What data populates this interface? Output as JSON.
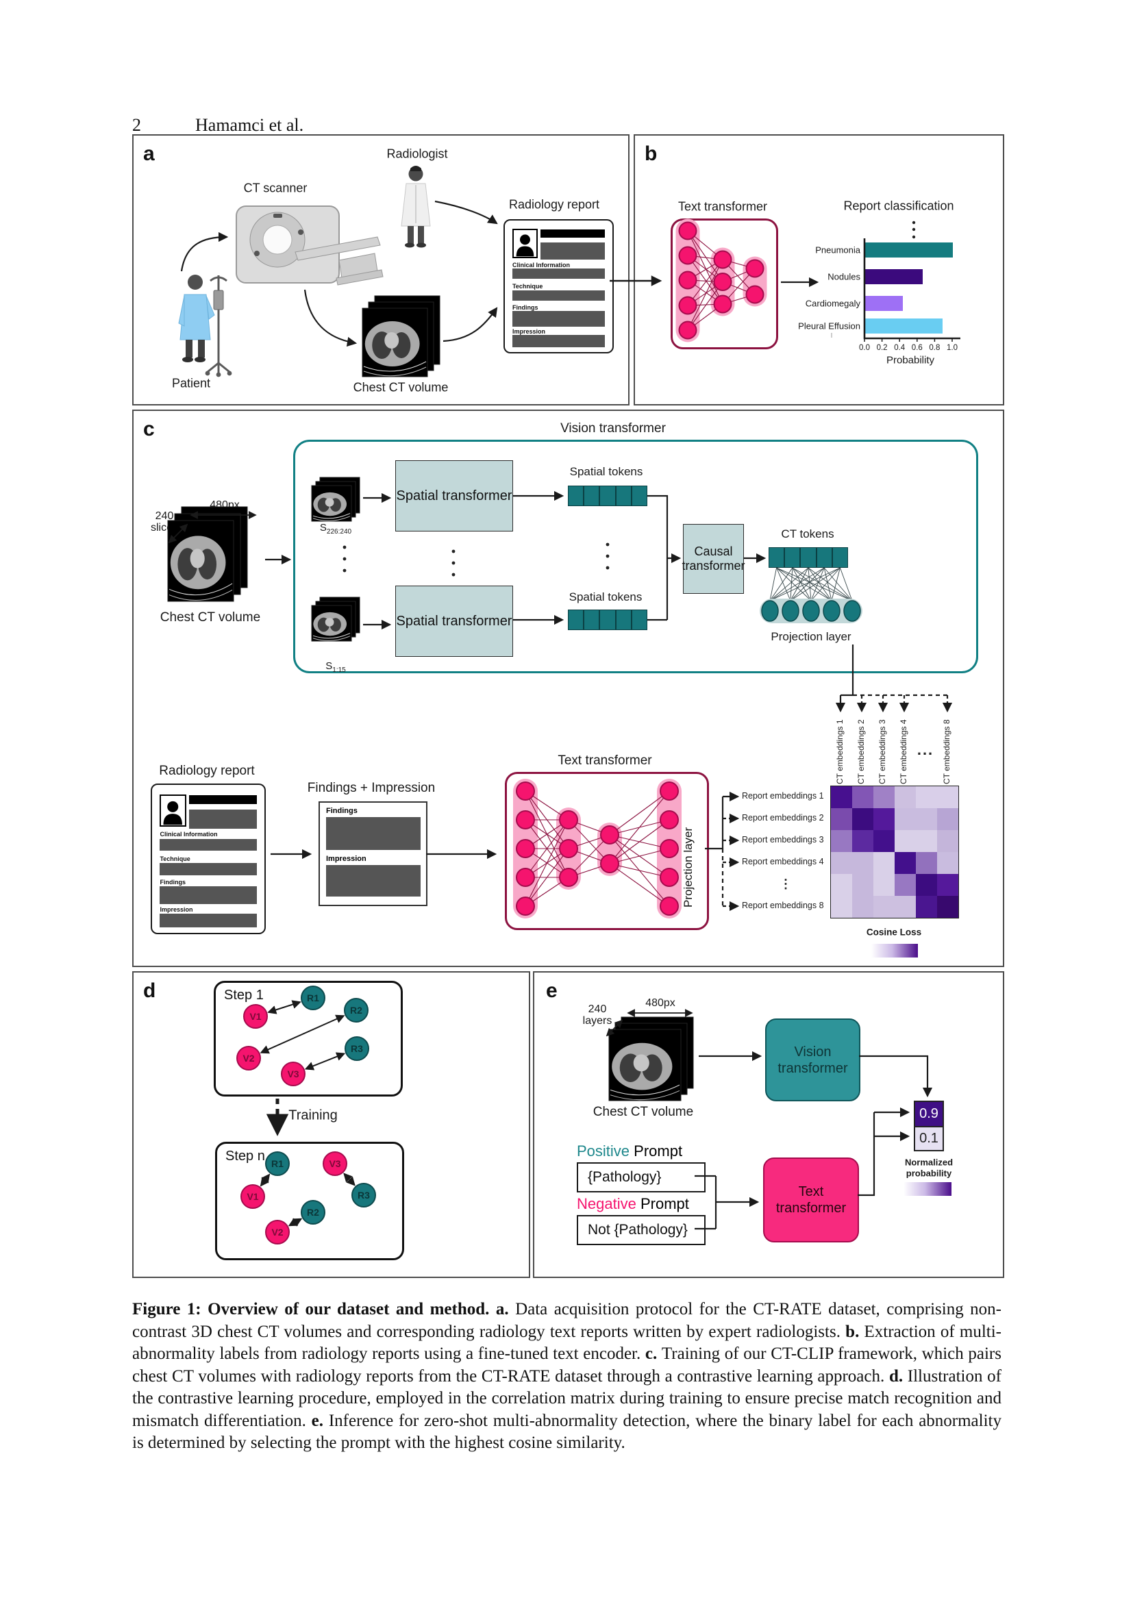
{
  "page": {
    "number": "2",
    "running_head": "Hamamci et al."
  },
  "colors": {
    "teal": "#17777c",
    "teal_dark": "#0b4043",
    "teal_outline": "#118084",
    "teal_light": "#c2d8d9",
    "pink": "#f5146e",
    "pink_band": "#f8a8c8",
    "maroon": "#8c1240",
    "node_stroke": "#a50b4d",
    "purple_dark": "#4a0d8a",
    "panel_border": "#4d4d4d",
    "vision_fill": "#2e9499",
    "vision_border": "#0f565a",
    "textbox_fill": "#f72a7e",
    "textbox_border": "#a50b4d"
  },
  "panel_a": {
    "label": "a",
    "patient": "Patient",
    "ct_scanner": "CT scanner",
    "radiologist": "Radiologist",
    "chest_ct_volume": "Chest CT volume",
    "radiology_report": "Radiology report"
  },
  "report_card": {
    "fields": [
      "Clinical Information",
      "Technique",
      "Findings",
      "Impression"
    ]
  },
  "panel_b": {
    "label": "b",
    "text_transformer": "Text transformer"
  },
  "chart_data": {
    "type": "bar",
    "orientation": "horizontal",
    "title": "Report classification",
    "categories": [
      "Pneumonia",
      "Nodules",
      "Cardiomegaly",
      "Pleural Effusion"
    ],
    "values": [
      1.0,
      0.66,
      0.43,
      0.88
    ],
    "bar_colors": [
      "#157c80",
      "#3b0a7d",
      "#9e70f5",
      "#69cdf2"
    ],
    "xlabel": "Probability",
    "xticks": [
      "0.0",
      "0.2",
      "0.4",
      "0.6",
      "0.8",
      "1.0"
    ],
    "xlim": [
      0,
      1
    ],
    "ellipsis_dots": true
  },
  "panel_c": {
    "label": "c",
    "vision_transformer": "Vision transformer",
    "chest_ct_volume": "Chest CT volume",
    "slices_l1": "240",
    "slices_l2": "slices",
    "width_label": "480px",
    "s_top_base": "S",
    "s_top_sub": "226:240",
    "s_bottom_base": "S",
    "s_bottom_sub": "1:15",
    "spatial_transformer": "Spatial transformer",
    "spatial_tokens": "Spatial tokens",
    "causal_l1": "Causal",
    "causal_l2": "transformer",
    "ct_tokens": "CT tokens",
    "projection_layer": "Projection layer",
    "radiology_report": "Radiology report",
    "findings_impression": "Findings + Impression",
    "findings": "Findings",
    "impression": "Impression",
    "text_transformer": "Text transformer",
    "cosine_loss": "Cosine Loss",
    "col_ellipsis": "...",
    "row_ellipsis": "⋮",
    "ct_embedding_labels": [
      "CT embeddings 1",
      "CT embeddings 2",
      "CT embeddings 3",
      "CT embeddings 4",
      "CT embeddings 8"
    ],
    "report_embedding_labels": [
      "Report embeddings 1",
      "Report embeddings 2",
      "Report embeddings 3",
      "Report embeddings 4",
      "Report embeddings 8"
    ],
    "matrix_colors": [
      [
        "#47108f",
        "#8256b5",
        "#a081c6",
        "#cdc0e0",
        "#d9cfe9",
        "#d9cfe9"
      ],
      [
        "#7a4bad",
        "#3c0c80",
        "#54199b",
        "#c9bcdf",
        "#c9bcdf",
        "#b7a5d4"
      ],
      [
        "#9878c2",
        "#5c2aa0",
        "#43108c",
        "#d9d0e8",
        "#d9d0e8",
        "#c4b5da"
      ],
      [
        "#c6b8dc",
        "#c6b8dc",
        "#d9d0e8",
        "#43108c",
        "#9271bd",
        "#c9bcdf"
      ],
      [
        "#d9d0e8",
        "#c6b8dc",
        "#d9d0e8",
        "#9878c2",
        "#3c0c80",
        "#55199b"
      ],
      [
        "#d9d0e8",
        "#c6b8dc",
        "#cdc0e0",
        "#cdc0e0",
        "#4a1690",
        "#38096e"
      ]
    ]
  },
  "panel_d": {
    "label": "d",
    "step1": "Step 1",
    "stepn": "Step n",
    "training": "Training",
    "step1_nodes": [
      {
        "id": "V1",
        "kind": "v"
      },
      {
        "id": "R1",
        "kind": "r"
      },
      {
        "id": "R2",
        "kind": "r"
      },
      {
        "id": "V2",
        "kind": "v"
      },
      {
        "id": "R3",
        "kind": "r"
      },
      {
        "id": "V3",
        "kind": "v"
      }
    ],
    "stepn_nodes": [
      {
        "id": "R1",
        "kind": "r"
      },
      {
        "id": "V3",
        "kind": "v"
      },
      {
        "id": "V1",
        "kind": "v"
      },
      {
        "id": "R3",
        "kind": "r"
      },
      {
        "id": "R2",
        "kind": "r"
      },
      {
        "id": "V2",
        "kind": "v"
      }
    ]
  },
  "panel_e": {
    "label": "e",
    "layers_l1": "240",
    "layers_l2": "layers",
    "width_label": "480px",
    "chest_ct_volume": "Chest CT volume",
    "vision_l1": "Vision",
    "vision_l2": "transformer",
    "text_l1": "Text",
    "text_l2": "transformer",
    "positive": "Positive",
    "negative": "Negative",
    "prompt": "Prompt",
    "pathology": "{Pathology}",
    "not_pathology": "Not {Pathology}",
    "prob_high": "0.9",
    "prob_low": "0.1",
    "norm_l1": "Normalized",
    "norm_l2": "probability"
  },
  "networks": {
    "panel_b_layers": [
      5,
      3,
      2
    ],
    "panel_c_layers": [
      5,
      3,
      2,
      5
    ]
  },
  "caption": {
    "segments": [
      {
        "bold": true,
        "text": "Figure 1: Overview of our dataset and method. a. "
      },
      {
        "bold": false,
        "text": "Data acquisition protocol for the CT-RATE dataset, comprising non-contrast 3D chest CT volumes and corresponding radiology text reports written by expert radiologists. "
      },
      {
        "bold": true,
        "text": "b. "
      },
      {
        "bold": false,
        "text": "Extraction of multi-abnormality labels from radiology reports using a fine-tuned text encoder. "
      },
      {
        "bold": true,
        "text": "c. "
      },
      {
        "bold": false,
        "text": "Training of our CT-CLIP framework, which pairs chest CT volumes with radiology reports from the CT-RATE dataset through a contrastive learning approach. "
      },
      {
        "bold": true,
        "text": "d. "
      },
      {
        "bold": false,
        "text": "Illustration of the contrastive learning procedure, employed in the correlation matrix during training to ensure precise match recognition and mismatch differentiation. "
      },
      {
        "bold": true,
        "text": "e. "
      },
      {
        "bold": false,
        "text": "Inference for zero-shot multi-abnormality detection, where the binary label for each abnormality is determined by selecting the prompt with the highest cosine similarity."
      }
    ]
  }
}
